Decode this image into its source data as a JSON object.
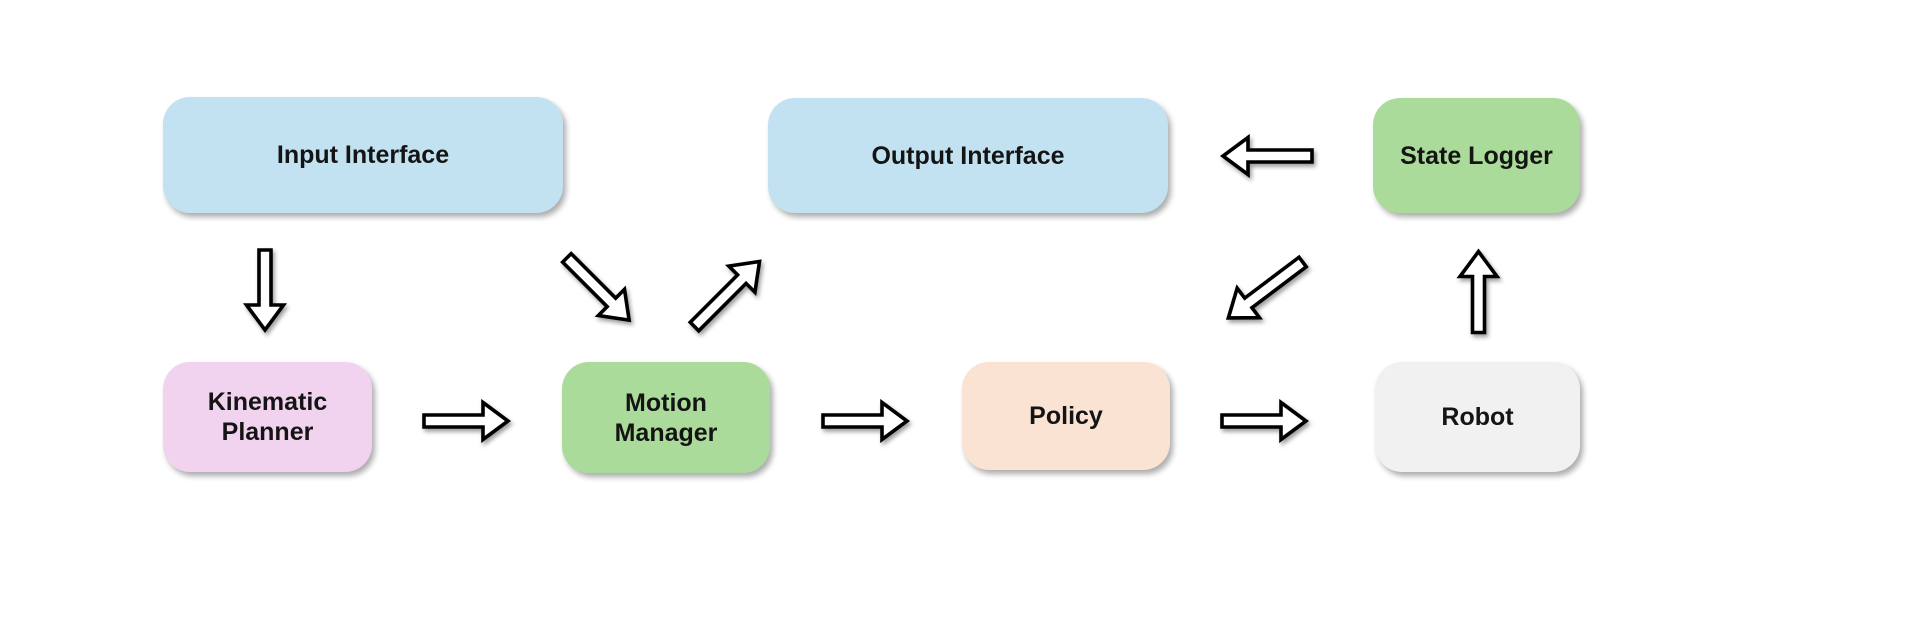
{
  "diagram": {
    "background": "#ffffff",
    "text_color": "#141414",
    "arrow_fill": "#ffffff",
    "arrow_stroke": "#000000",
    "nodes": [
      {
        "id": "input-interface",
        "label": "Input Interface",
        "fill": "#C3E2F1"
      },
      {
        "id": "output-interface",
        "label": "Output Interface",
        "fill": "#C3E2F1"
      },
      {
        "id": "state-logger",
        "label": "State Logger",
        "fill": "#ABDB9B"
      },
      {
        "id": "kinematic-planner",
        "label": "Kinematic Planner",
        "fill": "#F1D3EF"
      },
      {
        "id": "motion-manager",
        "label": "Motion Manager",
        "fill": "#ABDB9B"
      },
      {
        "id": "policy",
        "label": "Policy",
        "fill": "#FAE3D2"
      },
      {
        "id": "robot",
        "label": "Robot",
        "fill": "#F1F1F1"
      }
    ],
    "arrows": [
      {
        "id": "input-to-kinematic",
        "direction": "down",
        "from": "Input Interface",
        "to": "Kinematic Planner"
      },
      {
        "id": "kinematic-to-motion",
        "direction": "right",
        "from": "Kinematic Planner",
        "to": "Motion Manager"
      },
      {
        "id": "into-motion",
        "direction": "down-right",
        "from": "",
        "to": "Motion Manager"
      },
      {
        "id": "motion-to-output",
        "direction": "up-right",
        "from": "Motion Manager",
        "to": "Output Interface"
      },
      {
        "id": "motion-to-policy",
        "direction": "right",
        "from": "Motion Manager",
        "to": "Policy"
      },
      {
        "id": "policy-to-robot",
        "direction": "right",
        "from": "Policy",
        "to": "Robot"
      },
      {
        "id": "robot-to-statelogger",
        "direction": "up",
        "from": "Robot",
        "to": "State Logger"
      },
      {
        "id": "statelogger-to-output",
        "direction": "left",
        "from": "State Logger",
        "to": "Output Interface"
      },
      {
        "id": "to-policy-diagonal",
        "direction": "down-left",
        "from": "",
        "to": "Policy"
      }
    ]
  }
}
